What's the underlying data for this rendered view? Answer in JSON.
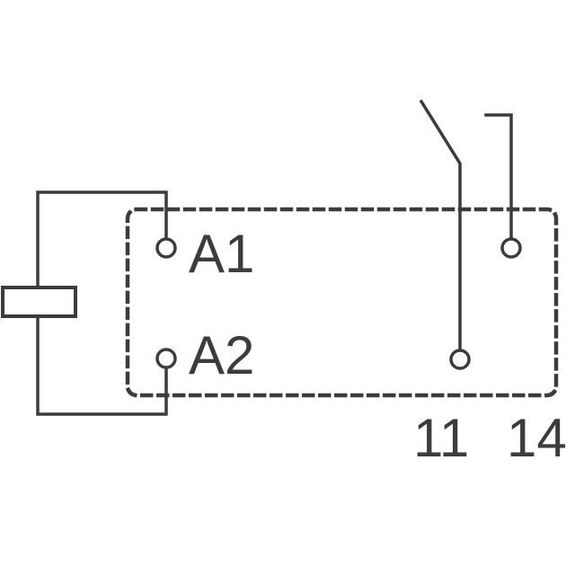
{
  "diagram": {
    "terminals": {
      "a1": "A1",
      "a2": "A2",
      "c11": "11",
      "c14": "14"
    }
  },
  "colors": {
    "stroke": "#3c3c3c",
    "background": "#ffffff"
  },
  "icons": {
    "coil": "relay-coil-icon",
    "contact": "normally-open-contact-icon",
    "terminal": "terminal-circle-icon"
  }
}
